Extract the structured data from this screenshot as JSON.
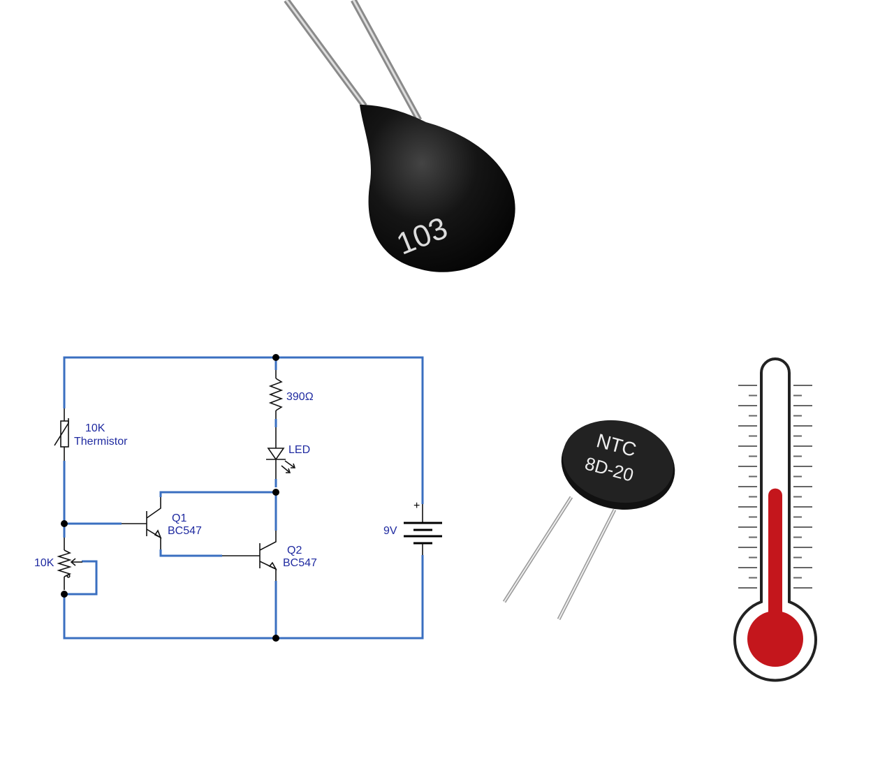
{
  "bead_thermistor": {
    "marking": "103"
  },
  "ntc_disc": {
    "line1": "NTC",
    "line2": "8D-20"
  },
  "circuit": {
    "thermistor_value": "10K",
    "thermistor_label": "Thermistor",
    "pot_label": "10K",
    "resistor_label": "390Ω",
    "led_label": "LED",
    "q1_name": "Q1",
    "q1_type": "BC547",
    "q2_name": "Q2",
    "q2_type": "BC547",
    "battery_label": "9V",
    "battery_plus": "+",
    "wire_color": "#3a6fc0",
    "label_color": "#1f2aa0"
  },
  "thermometer": {
    "fill_level_percent": 55,
    "fluid_color": "#c4161c"
  }
}
